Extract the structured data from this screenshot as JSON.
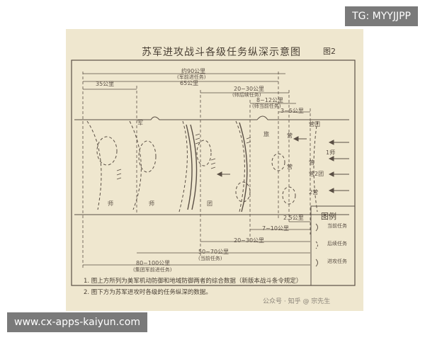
{
  "title": "苏军进攻战斗各级任务纵深示意图",
  "figure_label": "图2",
  "dimension_labels": {
    "top_total": "约90公里",
    "top_total_note": "(军前进任务)",
    "top_65": "65公里",
    "top_35": "35公里",
    "top_20_30": "20~30公里",
    "top_20_30_note": "(师后续任务)",
    "top_8_12": "8~12公里",
    "top_8_12_note": "(师当前任务)",
    "top_3_5": "3~5公里",
    "bottom_2_5": "2.5公里",
    "bottom_7_10": "7~10公里",
    "bottom_20_30": "20~30公里",
    "bottom_50_70": "50~70公里",
    "bottom_50_70_note": "(当前任务)",
    "bottom_80_100": "80~100公里",
    "bottom_80_100_note": "(集团军前进任务)"
  },
  "unit_labels": {
    "army_top": "军",
    "div_left": "师",
    "div_mid": "师",
    "regiment": "团",
    "div_res": "旅",
    "camp1": "营",
    "camp2": "营",
    "r1": "营团",
    "r2": "1师",
    "r3": "营",
    "r4": "营2团",
    "r5": "2营"
  },
  "legend": {
    "title": "图例",
    "items": [
      "当前任务",
      "后续任务",
      "进攻任务"
    ]
  },
  "notes": [
    "1. 图上方所列为美军机动防御和地域防御两者的综合数据（新版本战斗条令规定）",
    "2. 图下方为苏军进攻时各级的任务纵深的数据。"
  ],
  "overlays": {
    "badge": "TG: MYYJJPP",
    "url": "www.cx-apps-kaiyun.com",
    "watermark": "公众号 · 知乎 @ 宗先生"
  },
  "colors": {
    "paper": "#efe7cf",
    "ink": "#5a4f45",
    "overlay_bg": "#7a7a7a"
  }
}
